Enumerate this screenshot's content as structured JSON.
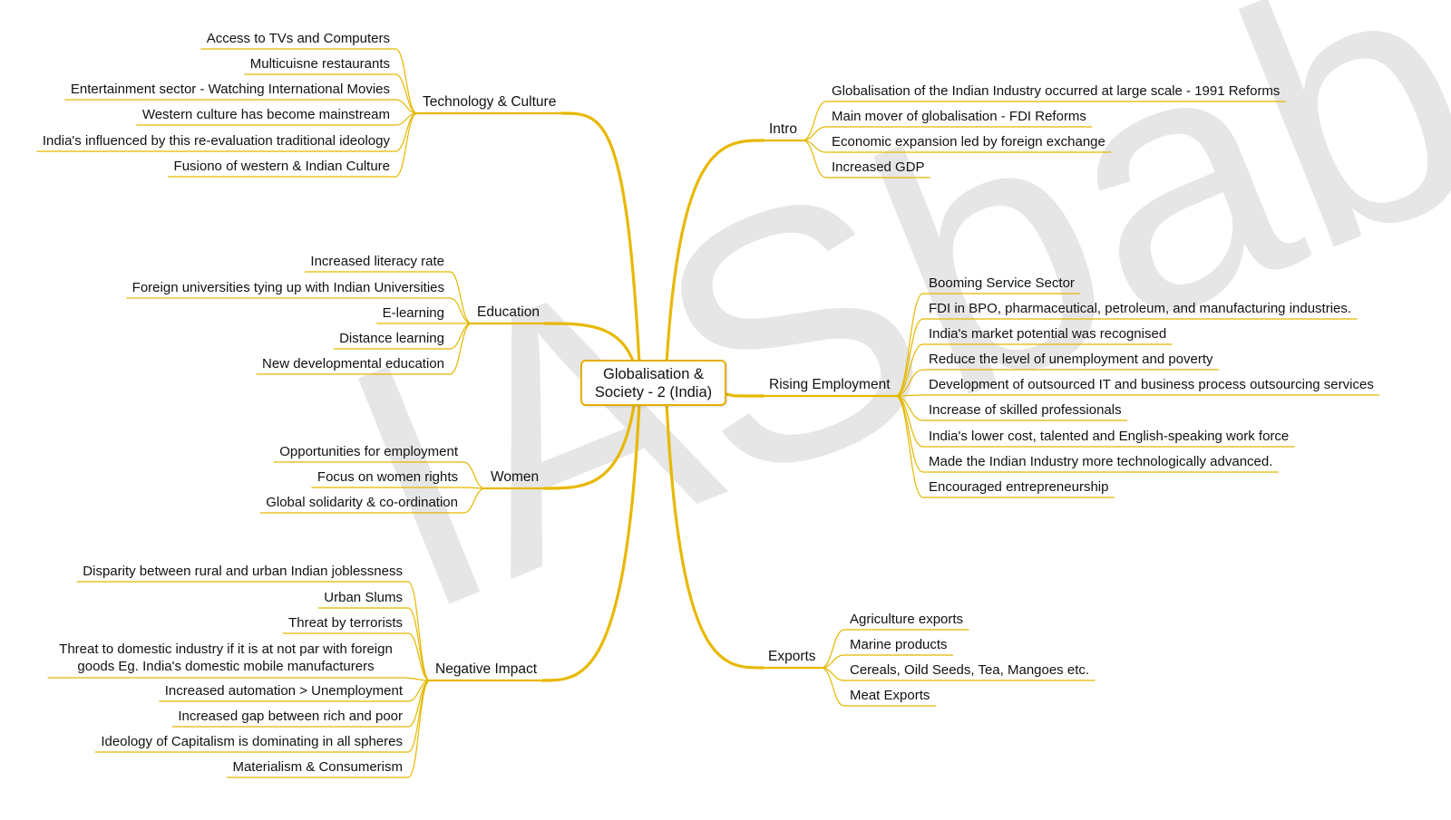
{
  "central": {
    "line1": "Globalisation &",
    "line2": "Society - 2 (India)"
  },
  "watermark": "IASbaba",
  "branches": {
    "tech": {
      "title": "Technology & Culture",
      "items": [
        "Access to TVs and Computers",
        "Multicuisne restaurants",
        "Entertainment sector - Watching International Movies",
        "Western culture has become mainstream",
        "India's influenced by this re-evaluation traditional ideology",
        "Fusiono of western & Indian Culture"
      ]
    },
    "education": {
      "title": "Education",
      "items": [
        "Increased literacy rate",
        "Foreign universities tying up with Indian Universities",
        "E-learning",
        "Distance learning",
        "New developmental education"
      ]
    },
    "women": {
      "title": "Women",
      "items": [
        "Opportunities for employment",
        "Focus on women rights",
        "Global solidarity & co-ordination"
      ]
    },
    "negative": {
      "title": "Negative Impact",
      "items": [
        "Disparity between rural and urban Indian joblessness",
        "Urban Slums",
        "Threat by terrorists",
        "Threat to domestic industry if it is at not par with foreign goods Eg. India's domestic mobile manufacturers",
        "Increased automation > Unemployment",
        "Increased gap between rich and poor",
        "Ideology of Capitalism is dominating in all spheres",
        "Materialism & Consumerism"
      ]
    },
    "intro": {
      "title": "Intro",
      "items": [
        "Globalisation of the Indian Industry occurred at large scale - 1991 Reforms",
        "Main mover of globalisation - FDI Reforms",
        "Economic expansion led by foreign exchange",
        "Increased GDP"
      ]
    },
    "employment": {
      "title": "Rising Employment",
      "items": [
        "Booming Service Sector",
        "FDI in BPO, pharmaceutical, petroleum, and manufacturing industries.",
        "India's market potential was recognised",
        "Reduce the level of unemployment and poverty",
        "Development of outsourced IT and business process outsourcing services",
        "Increase of skilled professionals",
        "India's lower cost, talented and English-speaking work force",
        "Made the Indian Industry more technologically advanced.",
        "Encouraged entrepreneurship"
      ]
    },
    "exports": {
      "title": "Exports",
      "items": [
        "Agriculture exports",
        "Marine products",
        "Cereals, Oild Seeds, Tea, Mangoes etc.",
        "Meat Exports"
      ]
    }
  },
  "colors": {
    "branch": "#e8b800",
    "leaf": "#e3b800",
    "border": "#e3b000",
    "watermark": "#e6e6e6"
  }
}
